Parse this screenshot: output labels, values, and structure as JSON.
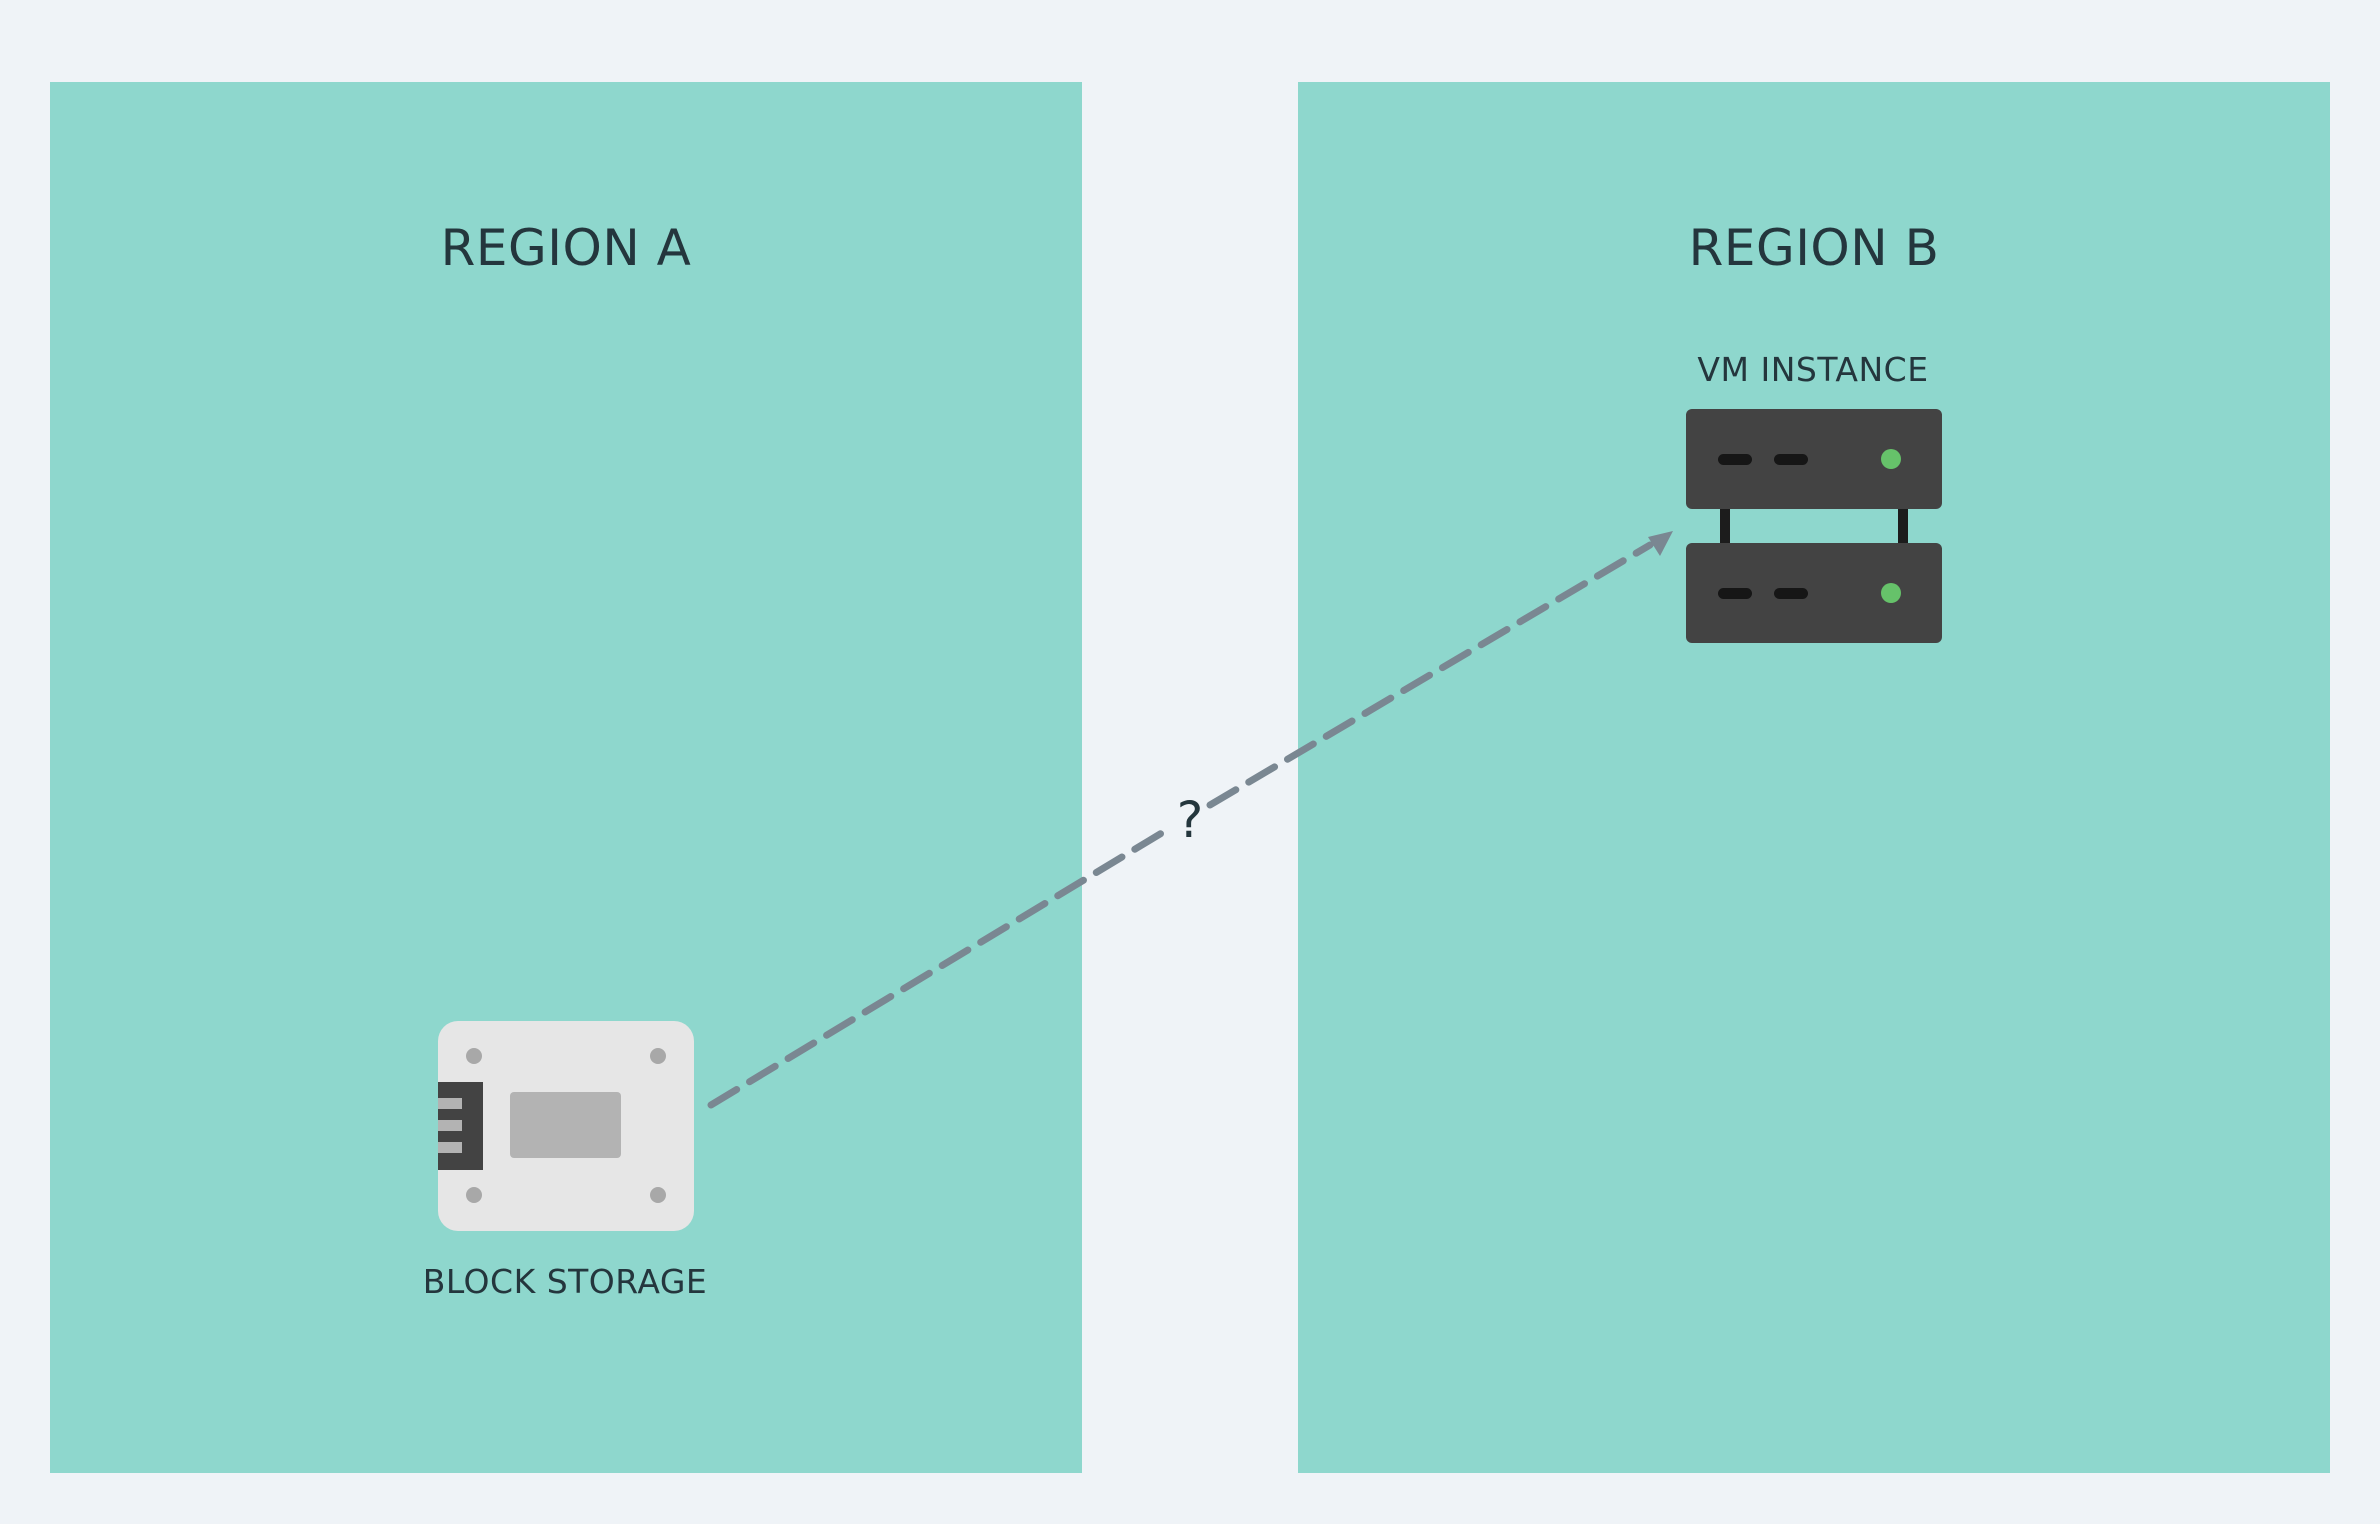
{
  "regions": {
    "a": {
      "title": "REGION A"
    },
    "b": {
      "title": "REGION B"
    }
  },
  "nodes": {
    "vm_instance": {
      "label": "VM INSTANCE",
      "icon": "server-rack-icon"
    },
    "block_storage": {
      "label": "BLOCK STORAGE",
      "icon": "storage-drive-icon"
    }
  },
  "connection": {
    "from": "BLOCK STORAGE",
    "to": "VM INSTANCE",
    "label": "?",
    "style": "dashed-arrow"
  },
  "colors": {
    "background": "#eff3f7",
    "region_fill": "#8ed7cd",
    "text": "#24363d",
    "connector": "#7a8792",
    "server_body": "#434343",
    "status_led": "#66c26a",
    "storage_body": "#e6e6e6"
  }
}
